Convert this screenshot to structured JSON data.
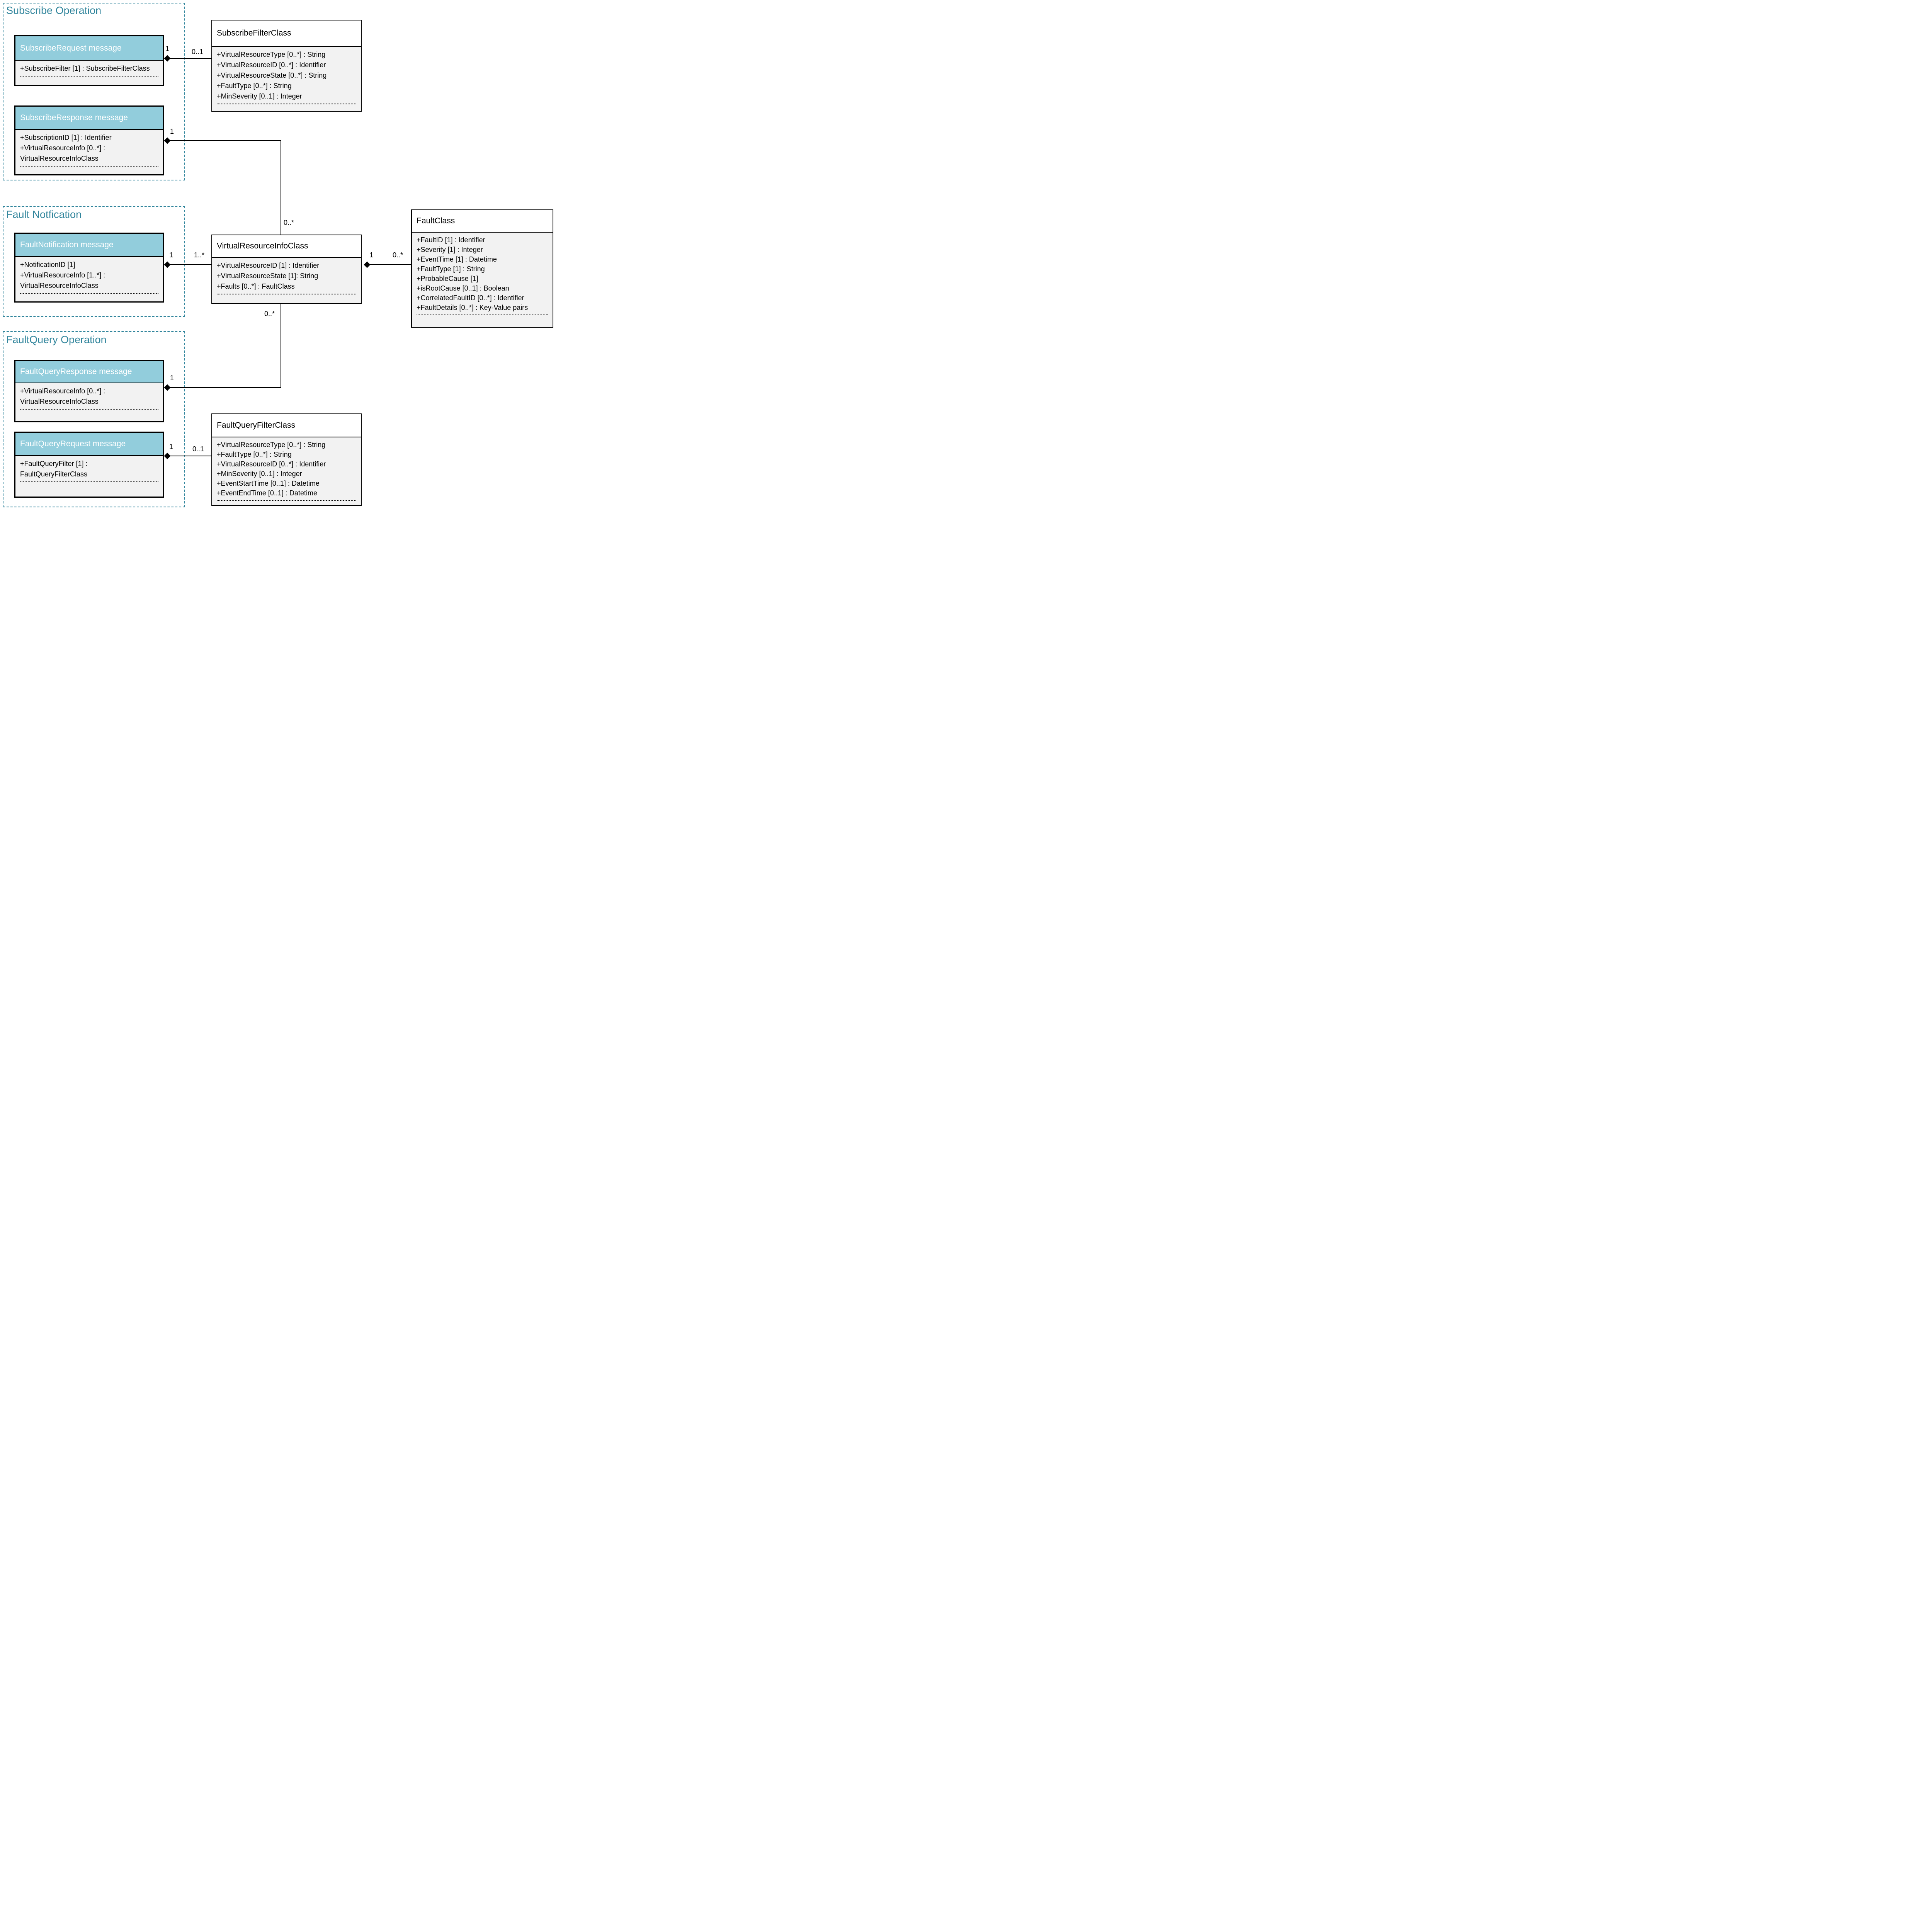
{
  "colors": {
    "header_fill": "#92CDDC",
    "accent_teal": "#31859C",
    "attr_fill": "#F2F2F2",
    "line": "#000000"
  },
  "groups": {
    "subscribe": {
      "title": "Subscribe Operation"
    },
    "fault_notification": {
      "title": "Fault Notfication"
    },
    "fault_query": {
      "title": "FaultQuery Operation"
    }
  },
  "classes": {
    "subscribe_request": {
      "title": "SubscribeRequest message",
      "attrs": [
        "+SubscribeFilter [1] : SubscribeFilterClass"
      ]
    },
    "subscribe_filter": {
      "title": "SubscribeFilterClass",
      "attrs": [
        "+VirtualResourceType [0..*] : String",
        "+VirtualResourceID [0..*] : Identifier",
        "+VirtualResourceState [0..*] : String",
        "+FaultType [0..*] : String",
        "+MinSeverity [0..1] : Integer"
      ]
    },
    "subscribe_response": {
      "title": "SubscribeResponse message",
      "attrs": [
        "+SubscriptionID [1] : Identifier",
        "+VirtualResourceInfo [0..*] :",
        "VirtualResourceInfoClass"
      ]
    },
    "fault_notification_msg": {
      "title": "FaultNotification message",
      "attrs": [
        "+NotificationID [1]",
        "+VirtualResourceInfo [1..*] :",
        "VirtualResourceInfoClass"
      ]
    },
    "virtual_resource_info": {
      "title": "VirtualResourceInfoClass",
      "attrs": [
        "+VirtualResourceID [1] : Identifier",
        "+VirtualResourceState [1]: String",
        "+Faults [0..*] : FaultClass"
      ]
    },
    "fault_class": {
      "title": "FaultClass",
      "attrs": [
        "+FaultID [1] : Identifier",
        "+Severity [1] : Integer",
        "+EventTime [1] : Datetime",
        "+FaultType [1] : String",
        "+ProbableCause [1]",
        "+isRootCause [0..1] : Boolean",
        "+CorrelatedFaultID [0..*] : Identifier",
        "+FaultDetails [0..*] : Key-Value pairs"
      ]
    },
    "fault_query_response": {
      "title": "FaultQueryResponse message",
      "attrs": [
        "+VirtualResourceInfo [0..*] :",
        "VirtualResourceInfoClass"
      ]
    },
    "fault_query_request": {
      "title": "FaultQueryRequest message",
      "attrs": [
        "+FaultQueryFilter [1] :",
        "FaultQueryFilterClass"
      ]
    },
    "fault_query_filter": {
      "title": "FaultQueryFilterClass",
      "attrs": [
        "+VirtualResourceType [0..*] : String",
        "+FaultType [0..*] : String",
        "+VirtualResourceID [0..*] : Identifier",
        "+MinSeverity [0..1] : Integer",
        "+EventStartTime [0..1] : Datetime",
        "+EventEndTime [0..1] : Datetime"
      ]
    }
  },
  "multiplicities": {
    "subreq_to_filter": {
      "whole": "1",
      "part": "0..1"
    },
    "subresp_to_vric": {
      "whole": "1",
      "part": "0..*"
    },
    "notif_to_vric": {
      "whole": "1",
      "part": "1..*"
    },
    "vric_to_fault": {
      "whole": "1",
      "part": "0..*"
    },
    "qresp_to_vric": {
      "whole": "1",
      "part": "0..*"
    },
    "qreq_to_filter": {
      "whole": "1",
      "part": "0..1"
    }
  }
}
